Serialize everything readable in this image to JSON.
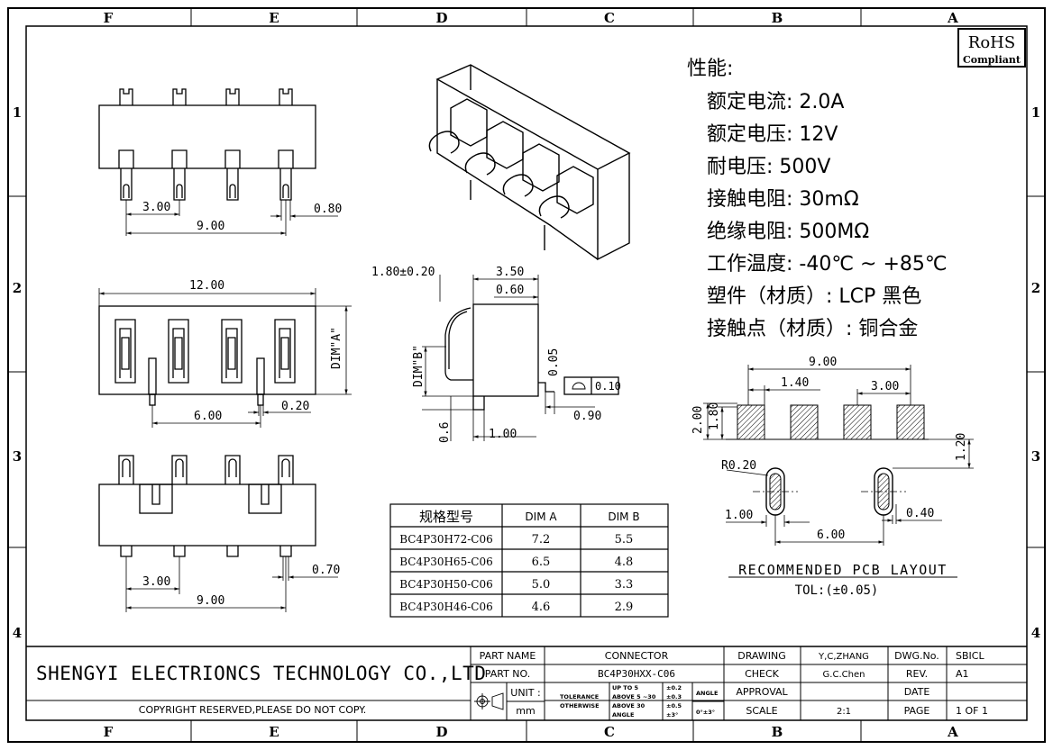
{
  "frame": {
    "columns": [
      "F",
      "E",
      "D",
      "C",
      "B",
      "A"
    ],
    "rows": [
      "1",
      "2",
      "3",
      "4"
    ]
  },
  "rohs": {
    "line1": "RoHS",
    "line2": "Compliant"
  },
  "specs": {
    "heading": "性能:",
    "items": [
      "额定电流: 2.0A",
      "额定电压: 12V",
      "耐电压: 500V",
      "接触电阻: 30mΩ",
      "绝缘电阻: 500MΩ",
      "工作温度: -40℃ ~ +85℃",
      "塑件（材质）: LCP 黑色",
      "接触点（材质）: 铜合金"
    ]
  },
  "dims": {
    "top_pitch": "3.00",
    "top_total": "9.00",
    "top_pin": "0.80",
    "front_width": "12.00",
    "front_dima": "DIM\"A\"",
    "front_span": "6.00",
    "front_pin": "0.20",
    "bottom_pitch": "3.00",
    "bottom_total": "9.00",
    "bottom_pin": "0.70",
    "side_tol": "1.80±0.20",
    "side_w": "3.50",
    "side_t": "0.60",
    "side_dimb": "DIM\"B\"",
    "side_005": "0.05",
    "side_flat": "0.10",
    "side_090": "0.90",
    "side_06": "0.6",
    "side_100": "1.00"
  },
  "pcb": {
    "w900": "9.00",
    "w140": "1.40",
    "w300": "3.00",
    "h200": "2.00",
    "h180": "1.80",
    "h120": "1.20",
    "r020": "R0.20",
    "w100": "1.00",
    "w040": "0.40",
    "w600": "6.00",
    "title": "RECOMMENDED PCB LAYOUT",
    "tol": "TOL:(±0.05)"
  },
  "table": {
    "headers": [
      "规格型号",
      "DIM A",
      "DIM B"
    ],
    "rows": [
      [
        "BC4P30H72-C06",
        "7.2",
        "5.5"
      ],
      [
        "BC4P30H65-C06",
        "6.5",
        "4.8"
      ],
      [
        "BC4P30H50-C06",
        "5.0",
        "3.3"
      ],
      [
        "BC4P30H46-C06",
        "4.6",
        "2.9"
      ]
    ]
  },
  "titleblock": {
    "company": "SHENGYI ELECTRIONCS TECHNOLOGY CO.,LTD",
    "copyright": "COPYRIGHT RESERVED,PLEASE DO NOT COPY.",
    "part_name_label": "PART NAME",
    "part_name": "CONNECTOR",
    "part_no_label": "PART NO.",
    "part_no": "BC4P30HXX-C06",
    "unit_label": "UNIT :",
    "unit": "mm",
    "tol_label1": "TOLERANCE",
    "tol_label2": "OTHERWISE",
    "tol_up5": "UP TO 5",
    "tol_5_30": "ABOVE 5 ~30",
    "tol_above30": "ABOVE 30",
    "tol_v1": "±0.2",
    "tol_v2": "±0.3",
    "tol_v3": "±0.5",
    "angle_label": "ANGLE",
    "angle_label2": "ANGLE",
    "angle_v": "±3°",
    "angle_tol": "0°±3°",
    "drawing_label": "DRAWING",
    "drawing": "Y,C,ZHANG",
    "check_label": "CHECK",
    "check": "G.C.Chen",
    "approval_label": "APPROVAL",
    "scale_label": "SCALE",
    "scale": "2:1",
    "dwg_label": "DWG.No.",
    "dwg": "SBICL",
    "rev_label": "REV.",
    "rev": "A1",
    "date_label": "DATE",
    "page_label": "PAGE",
    "page": "1  OF  1"
  }
}
